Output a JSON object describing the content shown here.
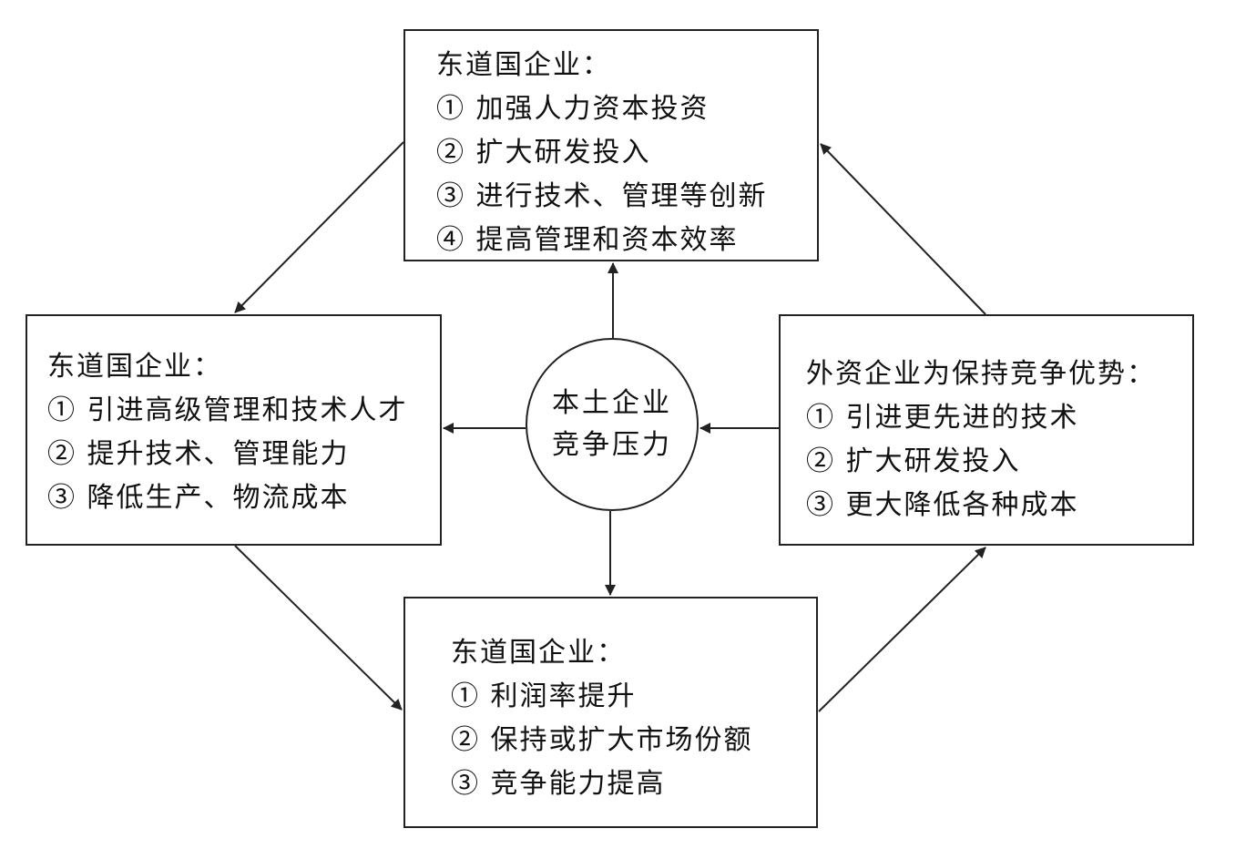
{
  "center": {
    "line1": "本土企业",
    "line2": "竞争压力"
  },
  "boxes": {
    "top": {
      "title": "东道国企业：",
      "items": [
        "① 加强人力资本投资",
        "② 扩大研发投入",
        "③ 进行技术、管理等创新",
        "④ 提高管理和资本效率"
      ]
    },
    "left": {
      "title": "东道国企业：",
      "items": [
        "① 引进高级管理和技术人才",
        "② 提升技术、管理能力",
        "③ 降低生产、物流成本"
      ]
    },
    "right": {
      "title": "外资企业为保持竞争优势：",
      "items": [
        "① 引进更先进的技术",
        "② 扩大研发投入",
        "③ 更大降低各种成本"
      ]
    },
    "bottom": {
      "title": "东道国企业：",
      "items": [
        "① 利润率提升",
        "② 保持或扩大市场份额",
        "③ 竞争能力提高"
      ]
    }
  },
  "colors": {
    "line": "#222222",
    "background": "#ffffff",
    "text": "#111111"
  }
}
